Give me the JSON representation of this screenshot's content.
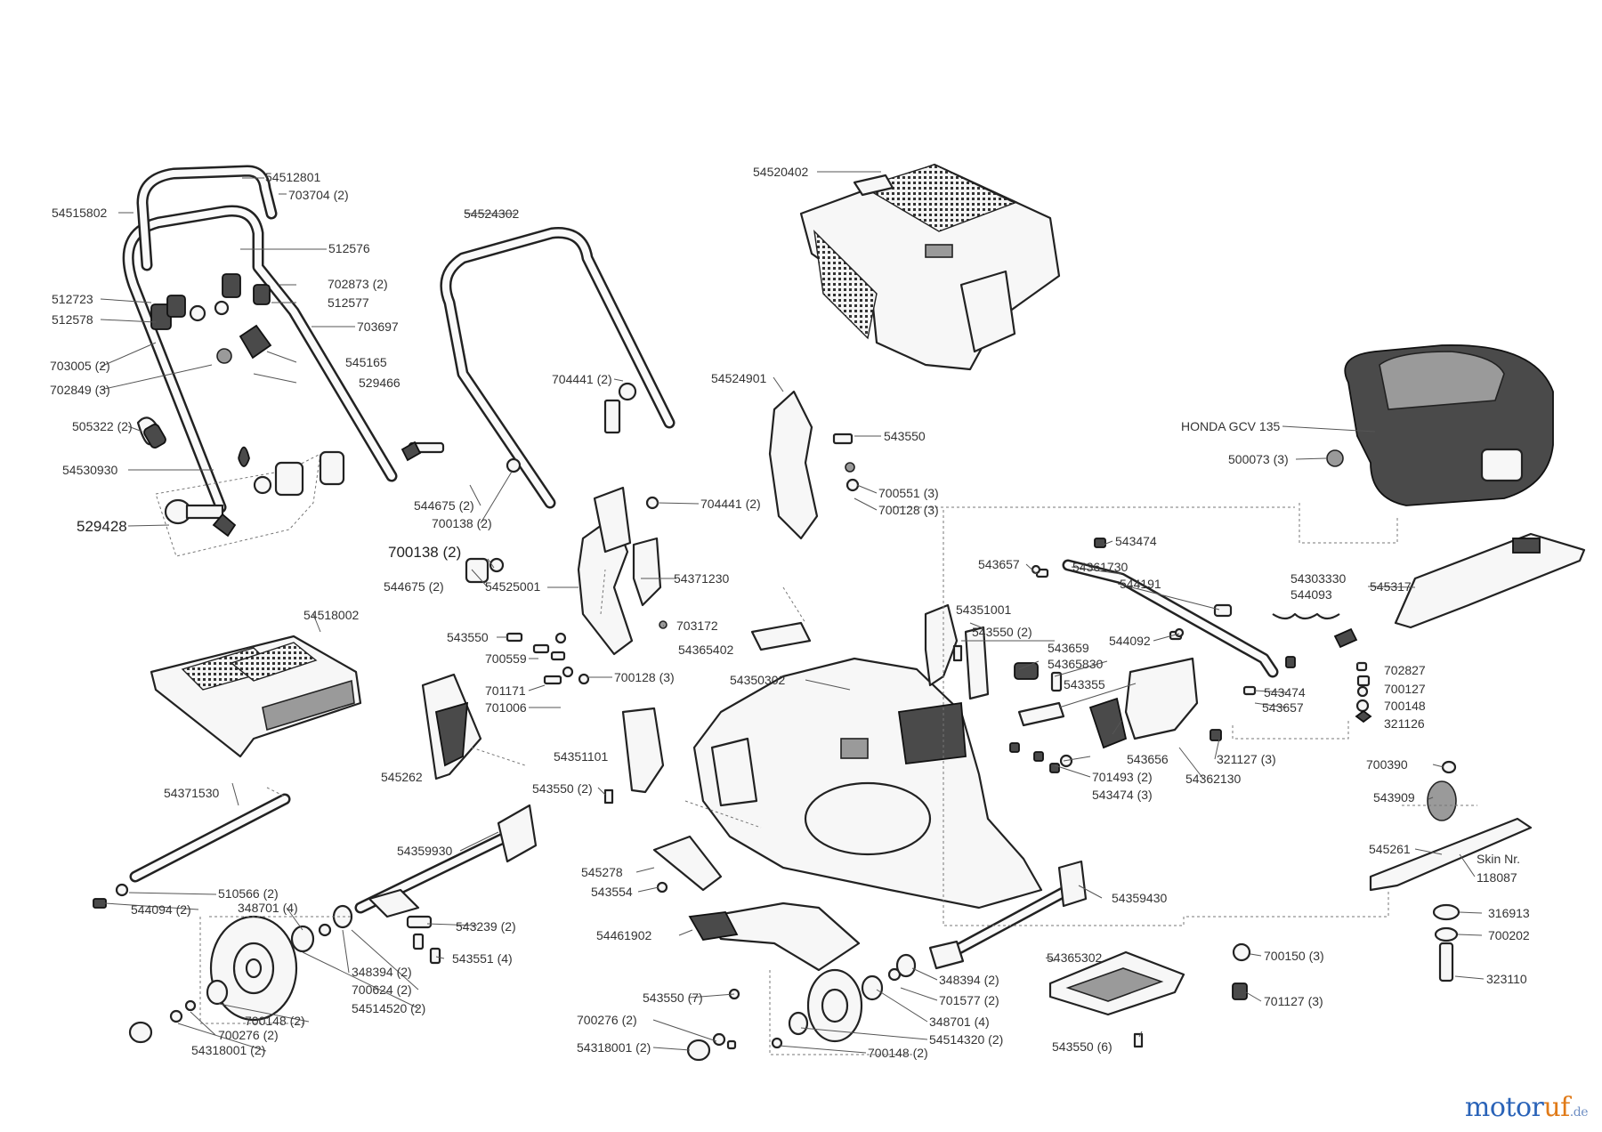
{
  "brand": {
    "name_main": "motor",
    "name_accent": "uf",
    "suffix": ".de"
  },
  "labels": {
    "l54512801": "54512801",
    "l703704": "703704 (2)",
    "l54515802": "54515802",
    "l512576": "512576",
    "l702873": "702873 (2)",
    "l512577": "512577",
    "l512723": "512723",
    "l512578": "512578",
    "l703697": "703697",
    "l703005": "703005 (2)",
    "l545165": "545165",
    "l529466": "529466",
    "l702849": "702849 (3)",
    "l505322": "505322 (2)",
    "l54530930": "54530930",
    "l529428": "529428",
    "l54524302": "54524302",
    "l704441a": "704441 (2)",
    "l54524901": "54524901",
    "l543550a": "543550",
    "l700551": "700551 (3)",
    "l700128a": "700128 (3)",
    "l704441b": "704441 (2)",
    "l544675a": "544675 (2)",
    "l700138a": "700138 (2)",
    "l700138b": "700138 (2)",
    "l544675b": "544675 (2)",
    "l54525001": "54525001",
    "l54371230": "54371230",
    "l543550b": "543550",
    "l703172": "703172",
    "l54365402": "54365402",
    "l700559": "700559",
    "l701171": "701171",
    "l700128b": "700128 (3)",
    "l701006": "701006",
    "l54520402": "54520402",
    "l honda": "HONDA GCV 135",
    "l500073": "500073 (3)",
    "l543474a": "543474",
    "l543657a": "543657",
    "l54361730": "54361730",
    "l544191": "544191",
    "l54303330": "54303330",
    "l544093": "544093",
    "l545317": "545317",
    "l54351001": "54351001",
    "l543550c": "543550 (2)",
    "l544092": "544092",
    "l543659": "543659",
    "l54365830": "54365830",
    "l543355": "543355",
    "l543474b": "543474",
    "l543657b": "543657",
    "l702827": "702827",
    "l700127": "700127",
    "l700148a": "700148",
    "l321126": "321126",
    "l54350302": "54350302",
    "l54518002": "54518002",
    "l545262": "545262",
    "l54351101": "54351101",
    "l543656": "543656",
    "l701493": "701493 (2)",
    "l543474c": "543474 (3)",
    "l54362130": "54362130",
    "l321127": "321127 (3)",
    "l700390": "700390",
    "l543909": "543909",
    "l54371530": "54371530",
    "l543550d": "543550 (2)",
    "l54359930": "54359930",
    "l545261": "545261",
    "l skin1": "Skin Nr.",
    "l skin2": "118087",
    "l545278": "545278",
    "l543554": "543554",
    "l510566": "510566 (2)",
    "l544094": "544094 (2)",
    "l348701a": "348701 (4)",
    "l543239": "543239 (2)",
    "l54359430": "54359430",
    "l316913": "316913",
    "l700202": "700202",
    "l54461902": "54461902",
    "l543551": "543551 (4)",
    "l348394a": "348394 (2)",
    "l700624": "700624 (2)",
    "l54514520": "54514520 (2)",
    "l700148b": "700148 (2)",
    "l700276a": "700276 (2)",
    "l54318001a": "54318001 (2)",
    "l54365302": "54365302",
    "l700150": "700150 (3)",
    "l323110": "323110",
    "l348394b": "348394 (2)",
    "l701577": "701577 (2)",
    "l543550e": "543550 (7)",
    "l701127": "701127 (3)",
    "l700276b": "700276 (2)",
    "l348701b": "348701 (4)",
    "l54514320": "54514320 (2)",
    "l54318001b": "54318001 (2)",
    "l700148c": "700148 (2)",
    "l543550f": "543550 (6)"
  }
}
